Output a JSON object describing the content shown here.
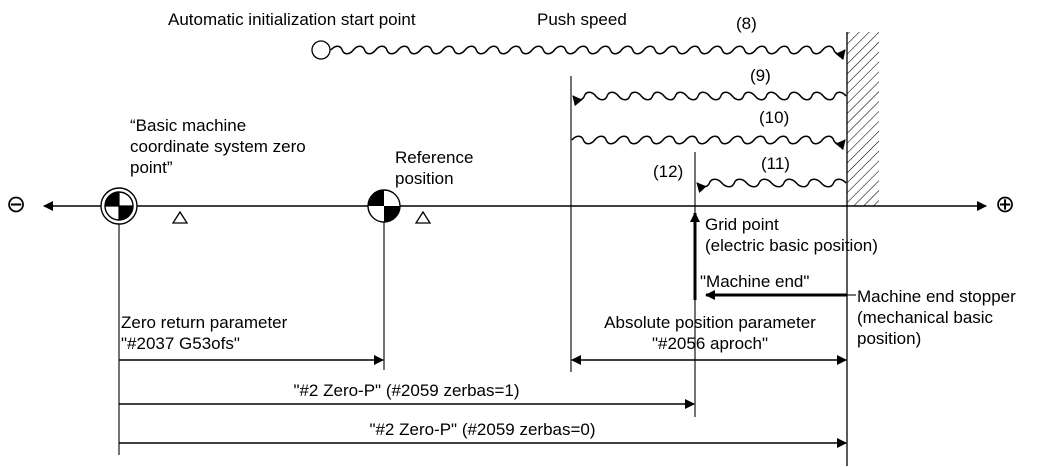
{
  "labels": {
    "auto_init_start": "Automatic initialization start point",
    "push_speed": "Push speed",
    "path8": "(8)",
    "path9": "(9)",
    "path10": "(10)",
    "path11": "(11)",
    "path12": "(12)",
    "basic_zero": "“Basic machine\ncoordinate system zero\npoint”",
    "reference_position": "Reference\nposition",
    "grid_point": "Grid point\n(electric basic position)",
    "machine_end": "\"Machine end\"",
    "machine_end_stopper": "Machine end stopper\n(mechanical basic\nposition)",
    "zero_return_param": "Zero return parameter\n\"#2037 G53ofs\"",
    "abs_pos_param": "Absolute position parameter\n\"#2056 aproch\"",
    "zero_p_1": "\"#2 Zero-P\" (#2059 zerbas=1)",
    "zero_p_0": "\"#2 Zero-P\" (#2059 zerbas=0)",
    "minus_sign": "⊖",
    "plus_sign": "⊕"
  }
}
